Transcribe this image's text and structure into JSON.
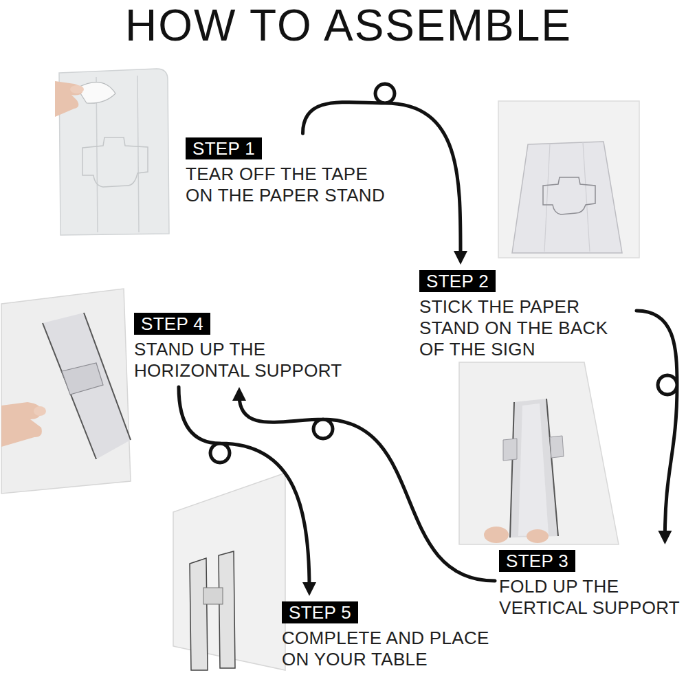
{
  "diagram": {
    "title": "HOW TO ASSEMBLE",
    "nodes": [
      {
        "text": [
          "STEP 1",
          "TEAR OFF THE TAPE ON THE PAPER STAND"
        ]
      },
      {
        "text": [
          "STEP 2",
          "STICK THE PAPER STAND ON THE BACK OF THE SIGN"
        ]
      },
      {
        "text": [
          "STEP 3",
          "FOLD UP THE VERTICAL SUPPORT"
        ]
      },
      {
        "text": [
          "STEP 4",
          "STAND UP THE HORIZONTAL SUPPORT"
        ]
      },
      {
        "text": [
          "STEP 5",
          "COMPLETE AND PLACE ON YOUR TABLE"
        ]
      }
    ],
    "edges": [
      {
        "from": 0,
        "to": 1,
        "arrow": "to"
      },
      {
        "from": 1,
        "to": 2,
        "arrow": "to"
      },
      {
        "from": 2,
        "to": 3,
        "arrow": "to"
      },
      {
        "from": 3,
        "to": 4,
        "arrow": "to"
      }
    ]
  }
}
